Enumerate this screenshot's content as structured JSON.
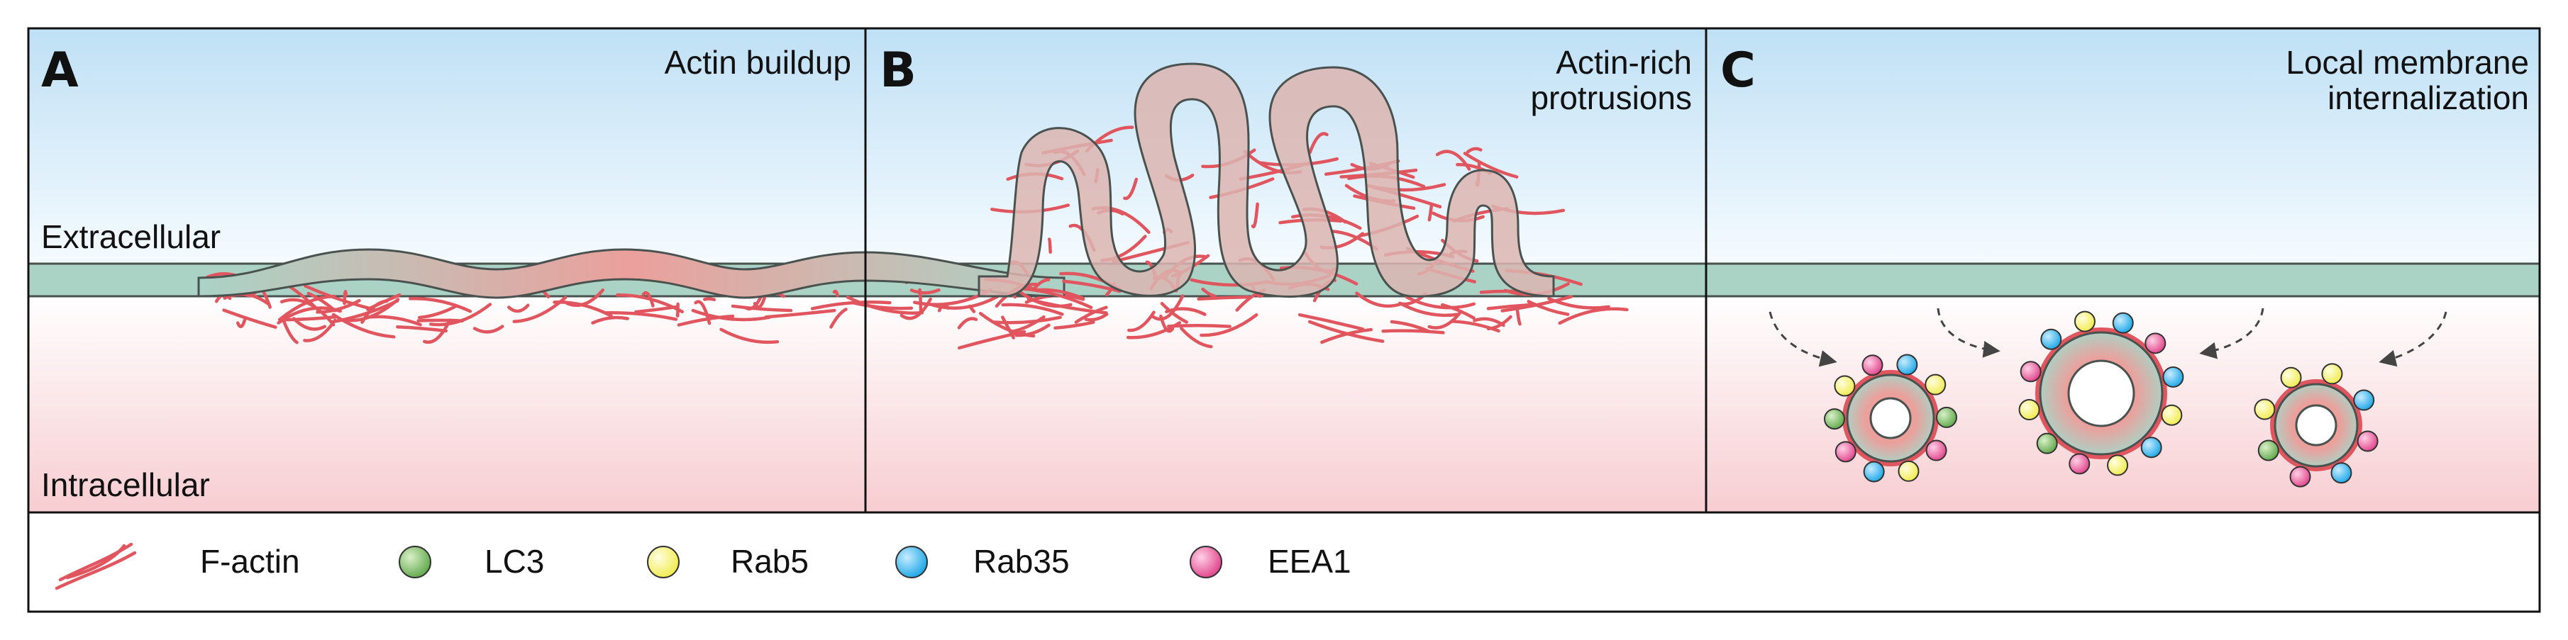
{
  "panels": [
    {
      "letter": "A",
      "title_lines": [
        "Actin buildup"
      ]
    },
    {
      "letter": "B",
      "title_lines": [
        "Actin-rich",
        "protrusions"
      ]
    },
    {
      "letter": "C",
      "title_lines": [
        "Local membrane",
        "internalization"
      ]
    }
  ],
  "regions": {
    "extracellular": "Extracellular",
    "intracellular": "Intracellular"
  },
  "legend": [
    {
      "label": "F-actin",
      "icon": "f-actin-icon",
      "color": "#e0555e"
    },
    {
      "label": "LC3",
      "icon": "lc3-dot-icon",
      "color": "#5fa84a"
    },
    {
      "label": "Rab5",
      "icon": "rab5-dot-icon",
      "color": "#f1ea4c"
    },
    {
      "label": "Rab35",
      "icon": "rab35-dot-icon",
      "color": "#1aa6e6"
    },
    {
      "label": "EEA1",
      "icon": "eea1-dot-icon",
      "color": "#e0428a"
    }
  ],
  "colors": {
    "extracellular_top": "#bfe0f5",
    "extracellular_bottom": "#ffffff",
    "intracellular_top": "#ffffff",
    "intracellular_bottom": "#f7cdd1",
    "membrane": "#aad3c6",
    "membrane_outline": "#4a5250",
    "protrusion_core": "#eba09c",
    "actin": "#e0555e"
  }
}
